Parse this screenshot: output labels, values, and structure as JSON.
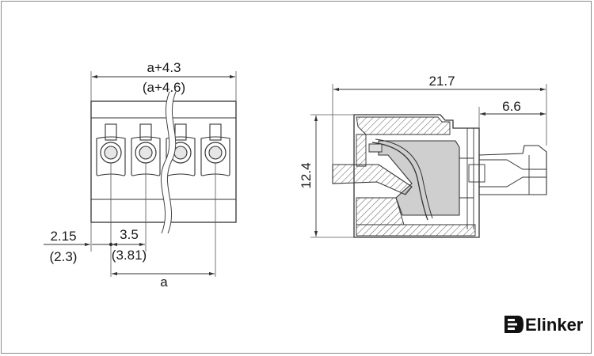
{
  "front_view": {
    "overall_width": "a+4.3",
    "overall_width_alt": "(a+4.6)",
    "edge_offset": "2.15",
    "edge_offset_alt": "(2.3)",
    "pitch": "3.5",
    "pitch_alt": "(3.81)",
    "span": "a"
  },
  "side_view": {
    "length": "21.7",
    "height": "12.4",
    "pin_length": "6.6"
  },
  "brand": {
    "name": "Elinker",
    "icon": "elinker-logo-icon"
  }
}
